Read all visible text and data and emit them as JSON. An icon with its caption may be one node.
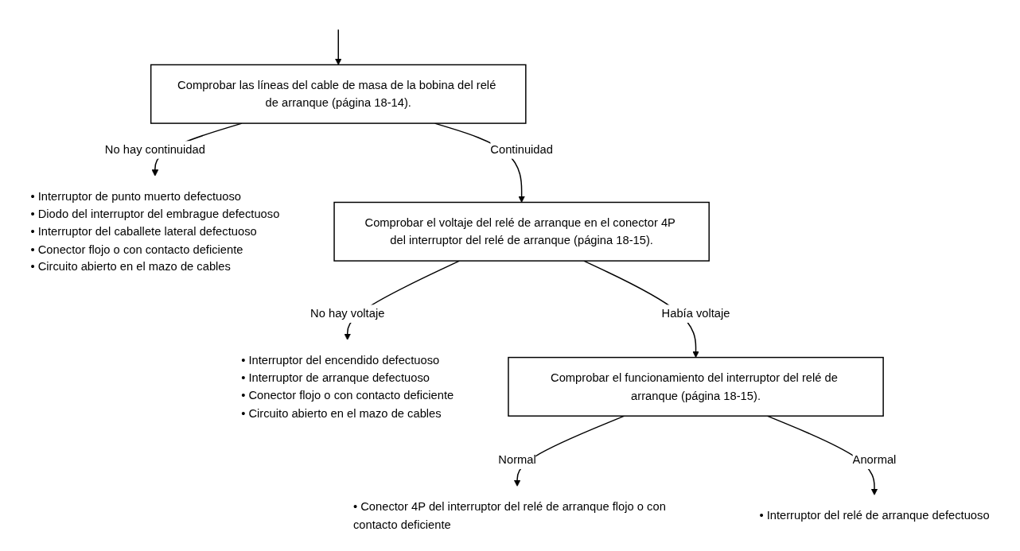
{
  "diagram": {
    "nodes": [
      {
        "text": [
          "Comprobar las líneas del cable de masa de la bobina del relé de arranque (página 18-14)."
        ]
      },
      {
        "text": [
          "• Interruptor de punto muerto defectuoso",
          "• Diodo del interruptor del embrague defectuoso",
          "• Interruptor del caballete lateral defectuoso",
          "• Conector flojo o con contacto deficiente",
          "• Circuito abierto en el mazo de cables"
        ]
      },
      {
        "text": [
          "Comprobar el voltaje del relé de arranque en el conector 4P del interruptor del relé de arranque (página 18-15)."
        ]
      },
      {
        "text": [
          "• Interruptor del encendido defectuoso",
          "• Interruptor de arranque defectuoso",
          "• Conector flojo o con contacto deficiente",
          "• Circuito abierto en el mazo de cables"
        ]
      },
      {
        "text": [
          "Comprobar el funcionamiento del interruptor del relé de arranque (página 18-15)."
        ]
      },
      {
        "text": [
          "• Conector 4P del interruptor del relé de arranque flojo o con contacto deficiente"
        ]
      },
      {
        "text": [
          "• Interruptor del relé de arranque defectuoso"
        ]
      }
    ],
    "edges": [
      {
        "from": null,
        "to": 0,
        "arrow": "to"
      },
      {
        "from": 0,
        "to": 1,
        "label": "No hay continuidad",
        "arrow": "to"
      },
      {
        "from": 0,
        "to": 2,
        "label": "Continuidad",
        "arrow": "to"
      },
      {
        "from": 2,
        "to": 3,
        "label": "No hay voltaje",
        "arrow": "to"
      },
      {
        "from": 2,
        "to": 4,
        "label": "Había voltaje",
        "arrow": "to"
      },
      {
        "from": 4,
        "to": 5,
        "label": "Normal",
        "arrow": "to"
      },
      {
        "from": 4,
        "to": 6,
        "label": "Anormal",
        "arrow": "to"
      }
    ]
  }
}
